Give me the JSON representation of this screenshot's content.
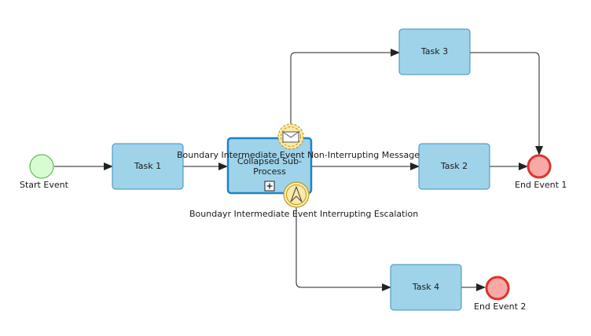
{
  "events": {
    "start": "Start Event",
    "end1": "End Event 1",
    "end2": "End Event 2"
  },
  "tasks": {
    "task1": "Task 1",
    "task2": "Task 2",
    "task3": "Task 3",
    "task4": "Task 4",
    "subprocess_line1": "Collapsed Sub-",
    "subprocess_line2": "Process"
  },
  "boundary": {
    "message": "Boundary Intermediate Event Non-Interrupting Message",
    "escalation": "Boundayr Intermediate Event Interrupting Escalation"
  },
  "colors": {
    "task_fill": "#9fd3ea",
    "task_stroke": "#3b8fbd",
    "subprocess_stroke": "#1c84c6",
    "start_fill": "#d9fbd3",
    "start_stroke": "#5cbf4f",
    "end_fill": "#f7a9a6",
    "end_stroke": "#e0322c",
    "boundary_fill": "#fbeaa6",
    "boundary_stroke": "#b99a2a",
    "flow": "#222222"
  },
  "icons": {
    "message": "envelope-icon",
    "escalation": "escalation-arrow-icon",
    "collapse": "plus-box-icon"
  }
}
